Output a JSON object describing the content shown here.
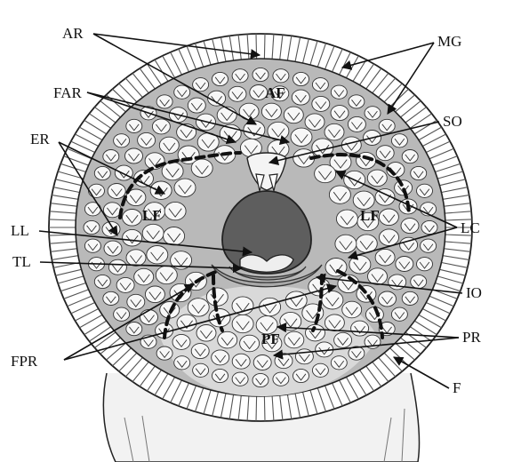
{
  "labels": {
    "ar": "AR",
    "mg": "MG",
    "far": "FAR",
    "so": "SO",
    "er": "ER",
    "ll": "LL",
    "lc": "LC",
    "tl": "TL",
    "io": "IO",
    "fpr": "FPR",
    "pr": "PR",
    "f": "F"
  },
  "fields": {
    "af": "AF",
    "lf_left": "LF",
    "lf_right": "LF",
    "pf": "PF"
  },
  "colors": {
    "disc_fill": "#b9b9b9",
    "fringe_fill": "#ffffff",
    "mouth_fill": "#5e5e5e",
    "tongue_fill": "#9e9e9e",
    "tooth_fill": "#ffffff",
    "outline": "#111111"
  }
}
